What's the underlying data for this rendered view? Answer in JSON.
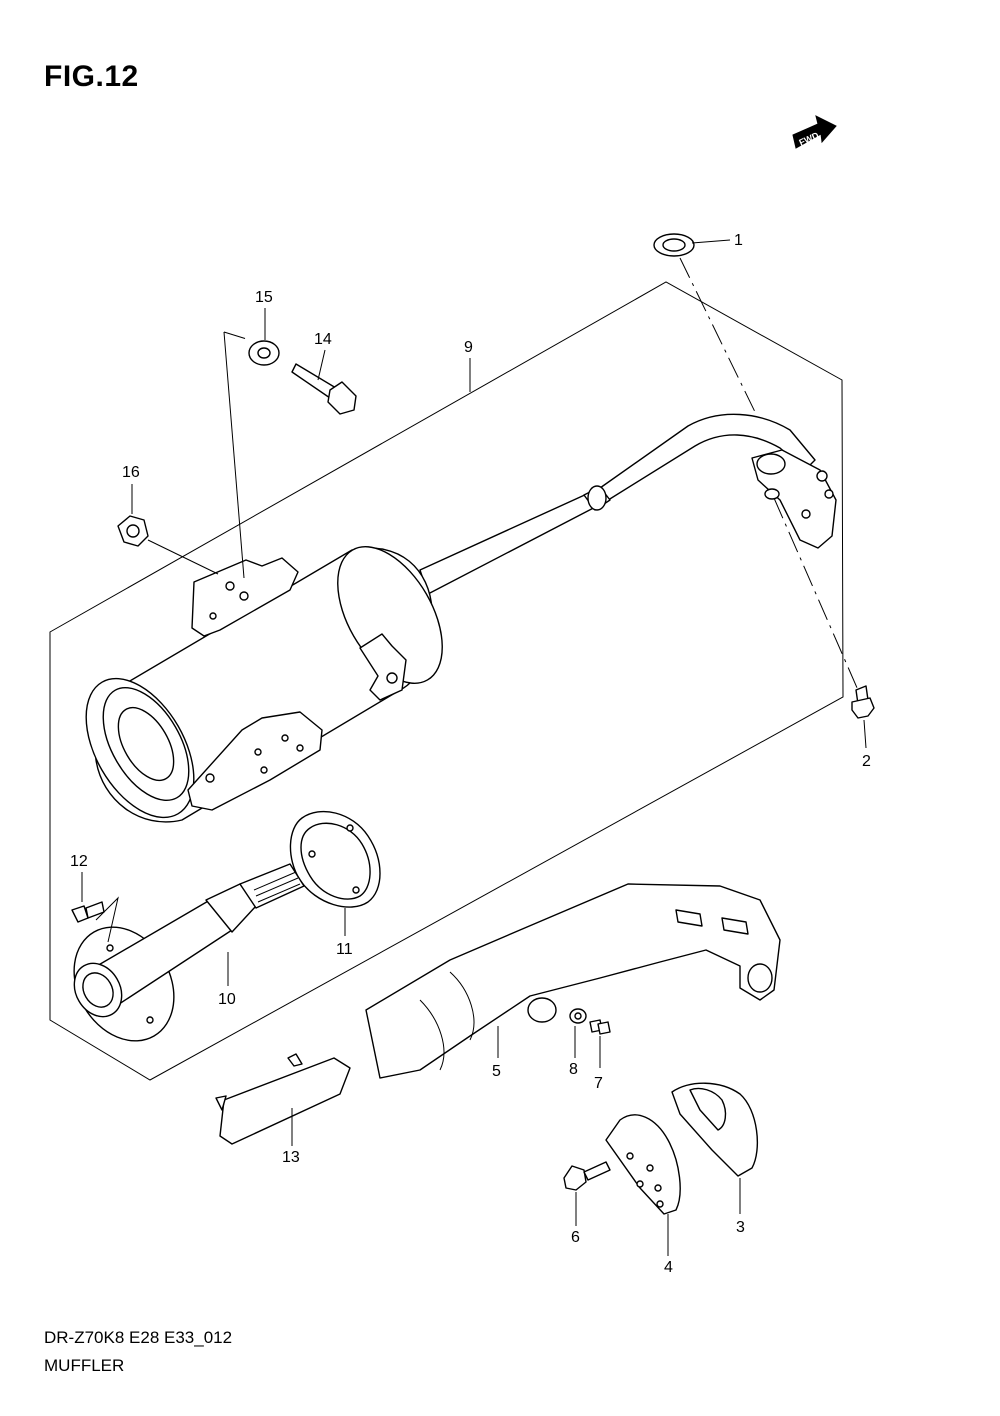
{
  "figure": {
    "title": "FIG.12",
    "model_code": "DR-Z70K8 E28 E33_012",
    "caption": "MUFFLER",
    "direction_badge": "FWD"
  },
  "callouts": [
    {
      "id": "1",
      "label": "1"
    },
    {
      "id": "2",
      "label": "2"
    },
    {
      "id": "3",
      "label": "3"
    },
    {
      "id": "4",
      "label": "4"
    },
    {
      "id": "5",
      "label": "5"
    },
    {
      "id": "6",
      "label": "6"
    },
    {
      "id": "7",
      "label": "7"
    },
    {
      "id": "8",
      "label": "8"
    },
    {
      "id": "9",
      "label": "9"
    },
    {
      "id": "10",
      "label": "10"
    },
    {
      "id": "11",
      "label": "11"
    },
    {
      "id": "12",
      "label": "12"
    },
    {
      "id": "13",
      "label": "13"
    },
    {
      "id": "14",
      "label": "14"
    },
    {
      "id": "15",
      "label": "15"
    },
    {
      "id": "16",
      "label": "16"
    }
  ]
}
